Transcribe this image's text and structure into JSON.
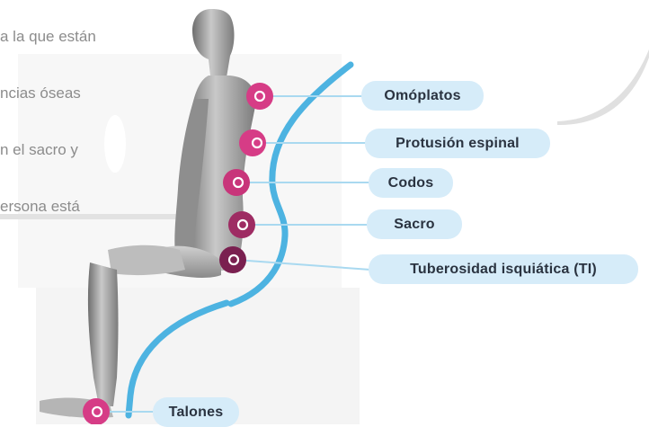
{
  "intro_lines": [
    "a la que están",
    "ncias óseas",
    "n el sacro y",
    "ersona está"
  ],
  "labels": {
    "omoplatos": "Omóplatos",
    "protusion": "Protusión espinal",
    "codos": "Codos",
    "sacro": "Sacro",
    "tuberosidad": "Tuberosidad isquiática (TI)",
    "talones": "Talones"
  },
  "colors": {
    "support_curve": "#4db3e1",
    "marker_pink": "#d63c86",
    "marker_dark": "#7a2050",
    "pill_bg": "#d6ecf9",
    "pill_text": "#2a3340",
    "body_gray": "#9a9a9a"
  }
}
